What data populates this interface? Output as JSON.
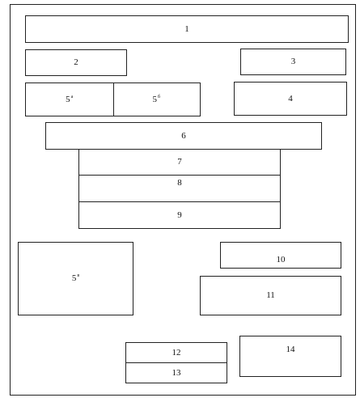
{
  "blocks": {
    "b1": {
      "label": "1"
    },
    "b2": {
      "label": "2"
    },
    "b3": {
      "label": "3"
    },
    "b4": {
      "label": "4"
    },
    "b5a": {
      "label": "5",
      "sup": "a"
    },
    "b5b": {
      "label": "5",
      "sup": "б"
    },
    "b5c": {
      "label": "5",
      "sup": "в"
    },
    "b6": {
      "label": "6"
    },
    "b7": {
      "label": "7"
    },
    "b8": {
      "label": "8"
    },
    "b9": {
      "label": "9"
    },
    "b10": {
      "label": "10"
    },
    "b11": {
      "label": "11"
    },
    "b12": {
      "label": "12"
    },
    "b13": {
      "label": "13"
    },
    "b14": {
      "label": "14"
    }
  }
}
